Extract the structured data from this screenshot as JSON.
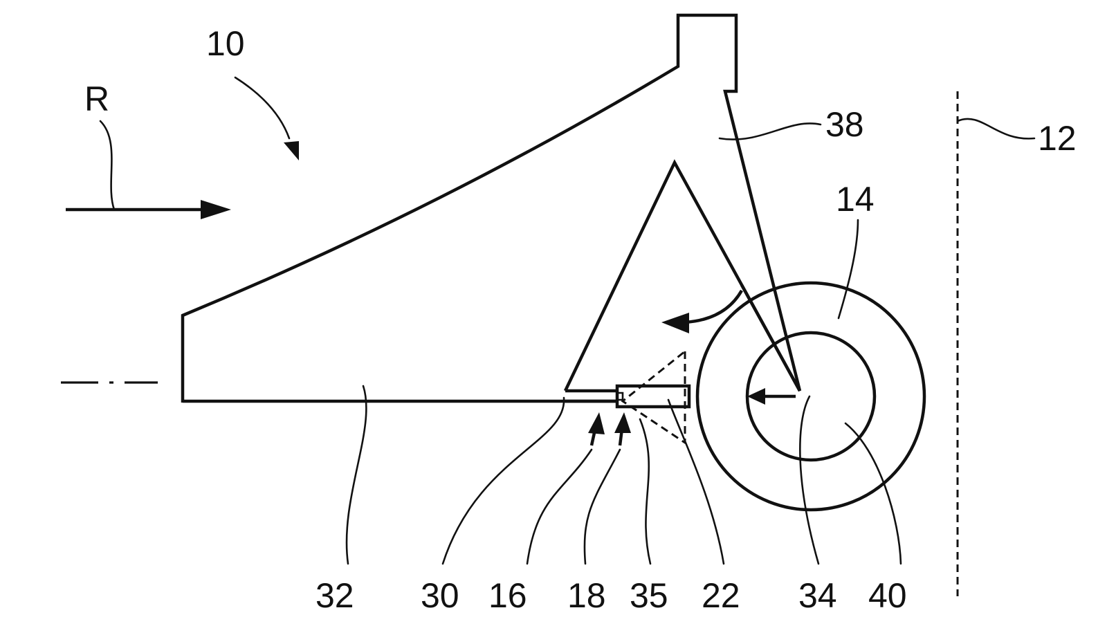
{
  "labels": {
    "n10": "10",
    "r": "R",
    "n38": "38",
    "n12": "12",
    "n14": "14",
    "n32": "32",
    "n30": "30",
    "n16": "16",
    "n18": "18",
    "n35": "35",
    "n22": "22",
    "n34": "34",
    "n40": "40"
  }
}
